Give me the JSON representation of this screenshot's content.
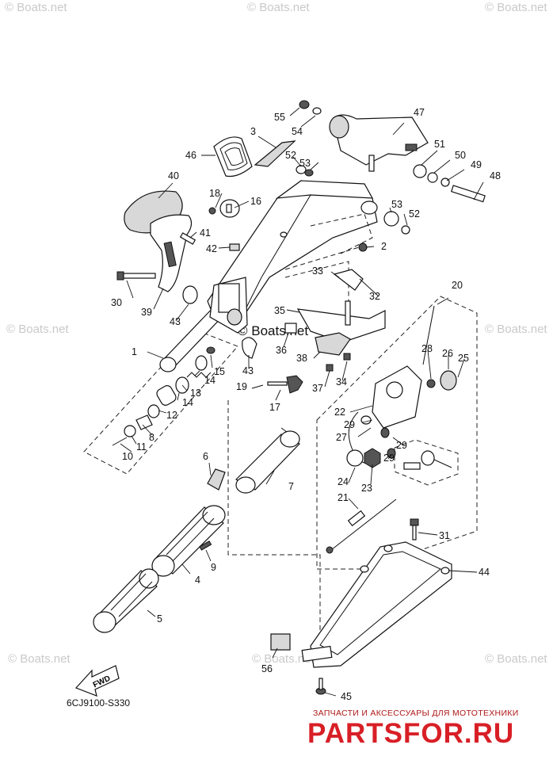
{
  "diagram": {
    "code": "6CJ9100-S330",
    "direction_label": "FWD"
  },
  "watermark": {
    "text": "© Boats.net"
  },
  "footer": {
    "subtitle": "ЗАПЧАСТИ И АКСЕССУАРЫ ДЛЯ МОТОТЕХНИКИ",
    "logo": "PARTSFOR.RU"
  },
  "callouts": [
    "1",
    "2",
    "3",
    "4",
    "5",
    "6",
    "7",
    "8",
    "9",
    "10",
    "11",
    "12",
    "13",
    "14",
    "14",
    "15",
    "16",
    "17",
    "18",
    "19",
    "20",
    "21",
    "22",
    "23",
    "24",
    "25",
    "26",
    "27",
    "28",
    "29",
    "29",
    "29",
    "30",
    "31",
    "32",
    "33",
    "34",
    "35",
    "36",
    "37",
    "38",
    "39",
    "40",
    "41",
    "42",
    "43",
    "43",
    "44",
    "45",
    "46",
    "47",
    "48",
    "49",
    "50",
    "51",
    "52",
    "52",
    "53",
    "53",
    "54",
    "55",
    "56"
  ]
}
